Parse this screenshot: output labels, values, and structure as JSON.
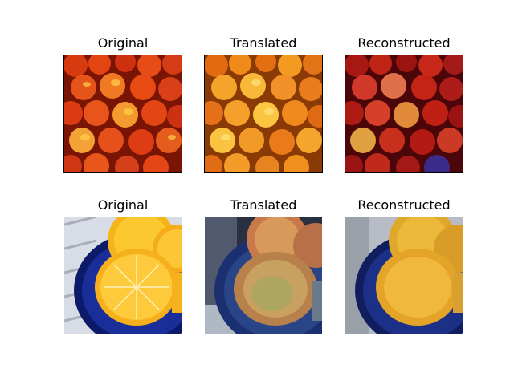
{
  "figure": {
    "rows": [
      {
        "panels": [
          {
            "title": "Original",
            "image": "red-apples-pile"
          },
          {
            "title": "Translated",
            "image": "orange-apples-pile"
          },
          {
            "title": "Reconstructed",
            "image": "dark-red-apples-pile"
          }
        ]
      },
      {
        "panels": [
          {
            "title": "Original",
            "image": "orange-slices-on-blue-plate"
          },
          {
            "title": "Translated",
            "image": "reddish-slices-on-blue-plate"
          },
          {
            "title": "Reconstructed",
            "image": "orange-slices-on-blue-plate-blurred"
          }
        ]
      }
    ]
  }
}
